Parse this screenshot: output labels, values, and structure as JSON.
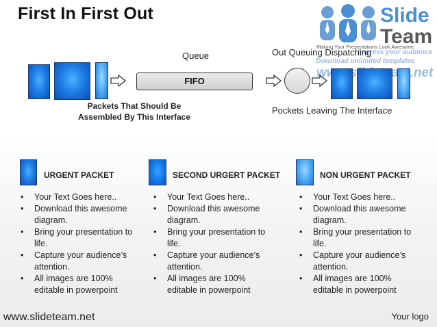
{
  "slide": {
    "title": "First In First Out",
    "logo": {
      "brand_line1": "Slide",
      "brand_line2": "Team",
      "tagline": "Making Your Presentations Look Awesome",
      "watermarks": [
        "Impress your audience",
        "Download unlimited templates",
        "www.slideteam.net"
      ]
    },
    "diagram": {
      "queue_label": "Queue",
      "fifo_label": "FIFO",
      "dispatch_label": "Out Queuing Dispatching",
      "incoming_label_line1": "Packets That Should Be",
      "incoming_label_line2": "Assembled By This Interface",
      "leaving_label": "Pockets Leaving The Interface"
    },
    "columns": [
      {
        "heading": "URGENT PACKET",
        "icon": "dark-blue-square",
        "items": [
          "Your Text Goes here..",
          "Download this awesome diagram.",
          "Bring your presentation to life.",
          "Capture your audience’s attention.",
          "All images are 100% editable in powerpoint"
        ]
      },
      {
        "heading": "SECOND URGERT PACKET",
        "icon": "blue-square",
        "items": [
          "Your Text Goes here..",
          "Download this awesome diagram.",
          "Bring your presentation to life.",
          "Capture your audience’s attention.",
          "All images are 100% editable in powerpoint"
        ]
      },
      {
        "heading": "NON URGENT PACKET",
        "icon": "light-blue-square",
        "items": [
          "Your Text Goes here..",
          "Download this awesome diagram.",
          "Bring your presentation to life.",
          "Capture your audience’s attention.",
          "All images are 100% editable in powerpoint"
        ]
      }
    ],
    "footer": {
      "url": "www.slideteam.net",
      "logo_text": "Your logo"
    },
    "colors": {
      "packet_dark": "#0b4fb8",
      "packet_light": "#4aa6f0",
      "brand_blue": "#4b8fd1"
    }
  }
}
